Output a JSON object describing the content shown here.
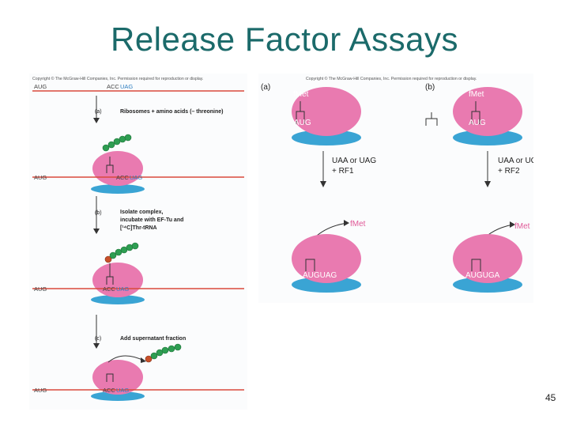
{
  "title": "Release Factor Assays",
  "slide_number": "45",
  "colors": {
    "title": "#1b6a6a",
    "mrna_line": "#d94a3c",
    "ribosome_large": "#e97ab0",
    "ribosome_small": "#3aa4d4",
    "amino_acid": "#2e9e52",
    "labeled_amino_acid": "#c8502a",
    "codon_highlight": "#2f7fc1"
  },
  "left_figure": {
    "copyright": "Copyright © The McGraw-Hill Companies, Inc. Permission required for reproduction or display.",
    "mrna_start": "AUG",
    "codon_pre": "ACC",
    "codon_stop": "UAG",
    "step_a": {
      "label": "(a)",
      "text": "Ribosomes + amino acids (– threonine)"
    },
    "step_b": {
      "label": "(b)",
      "line1": "Isolate complex,",
      "line2": "incubate with EF-Tu and",
      "line3": "[¹⁴C]Thr-tRNA"
    },
    "step_c": {
      "label": "(c)",
      "text": "Add supernatant fraction"
    }
  },
  "right_figure": {
    "copyright": "Copyright © The McGraw-Hill Companies, Inc. Permission required for reproduction or display.",
    "panel_a": {
      "label": "(a)",
      "fmet": "fMet",
      "codon_top": "AUG",
      "arrow_line1": "UAA or UAG",
      "arrow_line2": "+ RF1",
      "fmet_released": "fMet",
      "codon_bottom": "AUGUAG"
    },
    "panel_b": {
      "label": "(b)",
      "fmet": "fMet",
      "codon_top": "AUG",
      "arrow_line1": "UAA or UGA",
      "arrow_line2": "+ RF2",
      "fmet_released": "fMet",
      "codon_bottom": "AUGUGA"
    }
  }
}
